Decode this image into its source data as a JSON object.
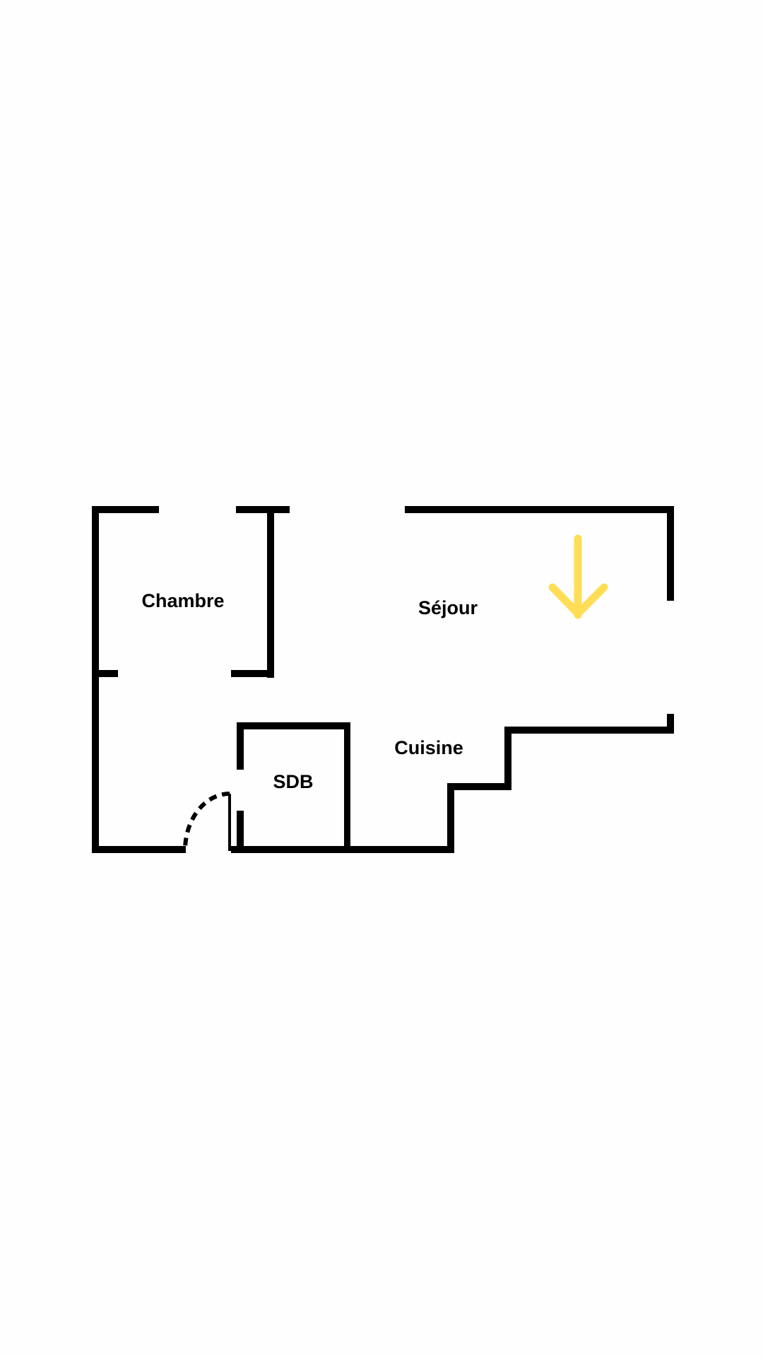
{
  "floorplan": {
    "rooms": {
      "chambre": "Chambre",
      "sejour": "Séjour",
      "cuisine": "Cuisine",
      "sdb": "SDB"
    },
    "arrow_icon": "arrow-down-icon",
    "colors": {
      "wall": "#000000",
      "arrow": "#FFDD55",
      "background": "#FEFEFE"
    }
  }
}
